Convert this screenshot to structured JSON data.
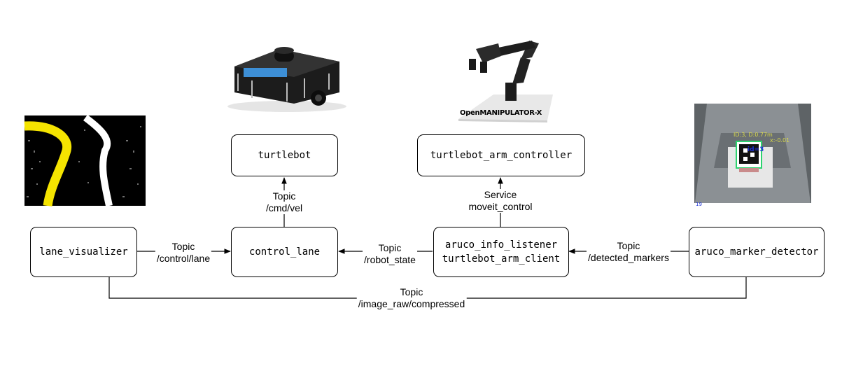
{
  "nodes": {
    "turtlebot": "turtlebot",
    "arm_controller": "turtlebot_arm_controller",
    "lane_visualizer": "lane_visualizer",
    "control_lane": "control_lane",
    "aruco_listener_line1": "aruco_info_listener",
    "aruco_listener_line2": "turtlebot_arm_client",
    "aruco_detector": "aruco_marker_detector"
  },
  "edges": {
    "cmd_vel": {
      "kind": "Topic",
      "name": "/cmd/vel"
    },
    "moveit": {
      "kind": "Service",
      "name": "moveit_control"
    },
    "control_lane": {
      "kind": "Topic",
      "name": "/control/lane"
    },
    "robot_state": {
      "kind": "Topic",
      "name": "/robot_state"
    },
    "detected_markers": {
      "kind": "Topic",
      "name": "/detected_markers"
    },
    "image_raw": {
      "kind": "Topic",
      "name": "/image_raw/compressed"
    }
  },
  "images": {
    "manipulator_caption": "OpenMANIPULATOR-X",
    "marker_overlay_id": "ID:3, D:0.77m",
    "marker_overlay_coords": "x:-0.01",
    "marker_tag_label": "id=3",
    "marker_frame_number": "19"
  },
  "colors": {
    "lane_yellow": "#f5e400",
    "robot_blue": "#3d8fd6",
    "marker_green": "#2dd36f",
    "marker_blue": "#1a2fd6"
  }
}
